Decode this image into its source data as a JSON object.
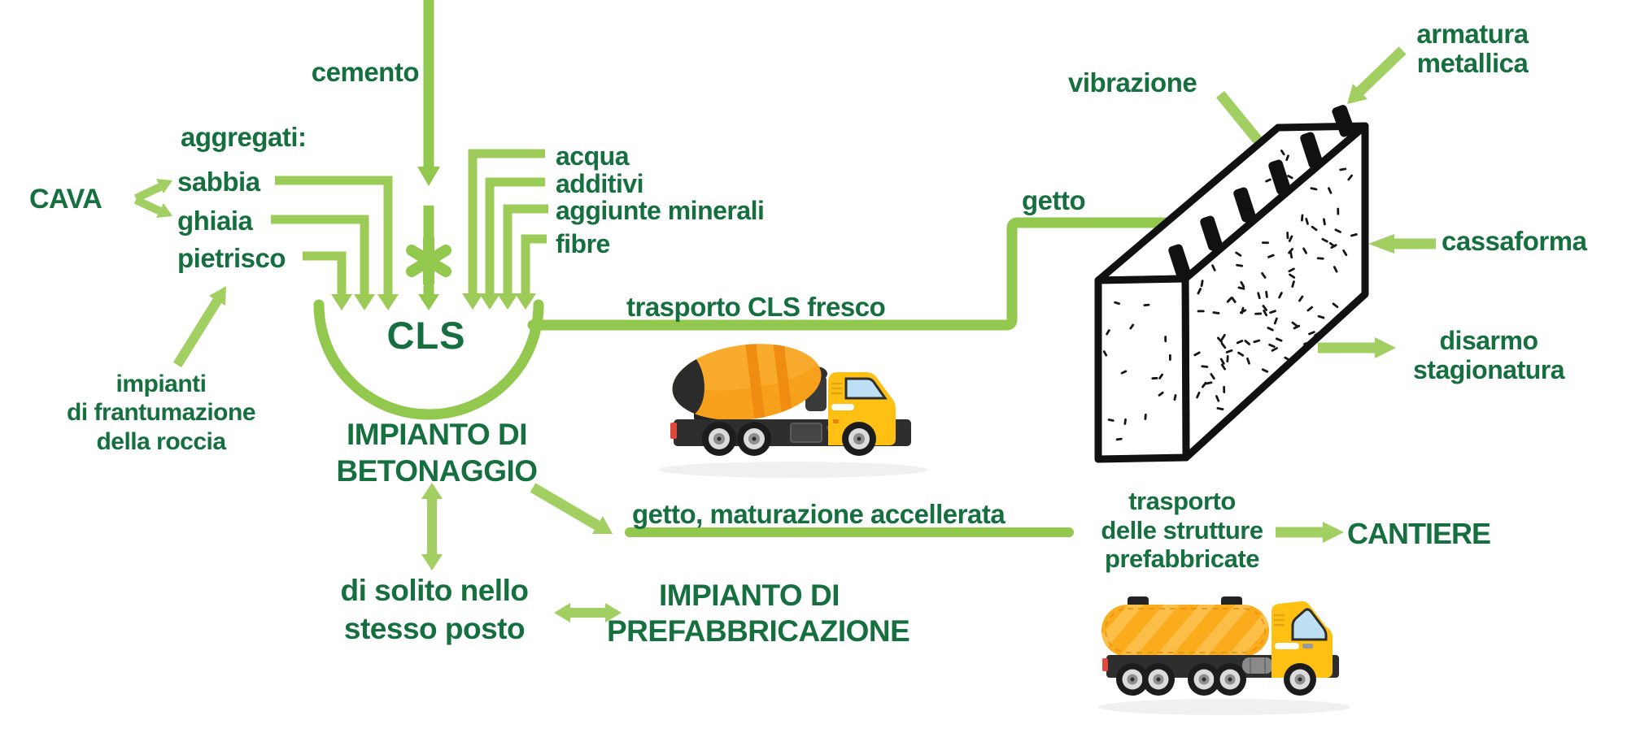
{
  "colors": {
    "text_green": "#156f3e",
    "line_green": "#92c84d",
    "arrow_green": "#a2cf62",
    "elbow_green": "#9ccb58",
    "truck_yellow": "#fdc013",
    "truck_orange": "#f7a01b",
    "tank_orange": "#faac1c",
    "ink": "#111111"
  },
  "materials": {
    "cemento": "cemento",
    "aggregati_title": "aggregati:",
    "cava": "CAVA",
    "sabbia": "sabbia",
    "ghiaia": "ghiaia",
    "pietrisco": "pietrisco",
    "impianti_frantumazione": "impianti\ndi frantumazione\ndella roccia",
    "acqua": "acqua",
    "additivi": "additivi",
    "aggiunte_minerali": "aggiunte minerali",
    "fibre": "fibre"
  },
  "mixing": {
    "cls": "CLS",
    "impianto_betonaggio": "IMPIANTO DI\nBETONAGGIO",
    "trasporto_cls_fresco": "trasporto CLS fresco"
  },
  "cast_in_situ": {
    "getto": "getto",
    "vibrazione": "vibrazione",
    "armatura_metallica": "armatura\nmetallica",
    "cassaforma": "cassaforma",
    "disarmo_stagionatura": "disarmo\nstagionatura"
  },
  "prefabrication": {
    "getto_maturazione": "getto, maturazione accellerata",
    "di_solito": "di solito nello\nstesso posto",
    "impianto_prefabbricazione": "IMPIANTO DI\nPREFABBRICAZIONE",
    "trasporto_strutture": "trasporto\ndelle strutture\nprefabbricate",
    "cantiere": "CANTIERE"
  },
  "illustrations": {
    "mixer_truck": "cement-mixer-truck-icon",
    "tanker_truck": "tanker-truck-icon",
    "wall": "concrete-wall-with-formwork-icon",
    "mixing_symbol": "mixing-asterisk-icon"
  }
}
